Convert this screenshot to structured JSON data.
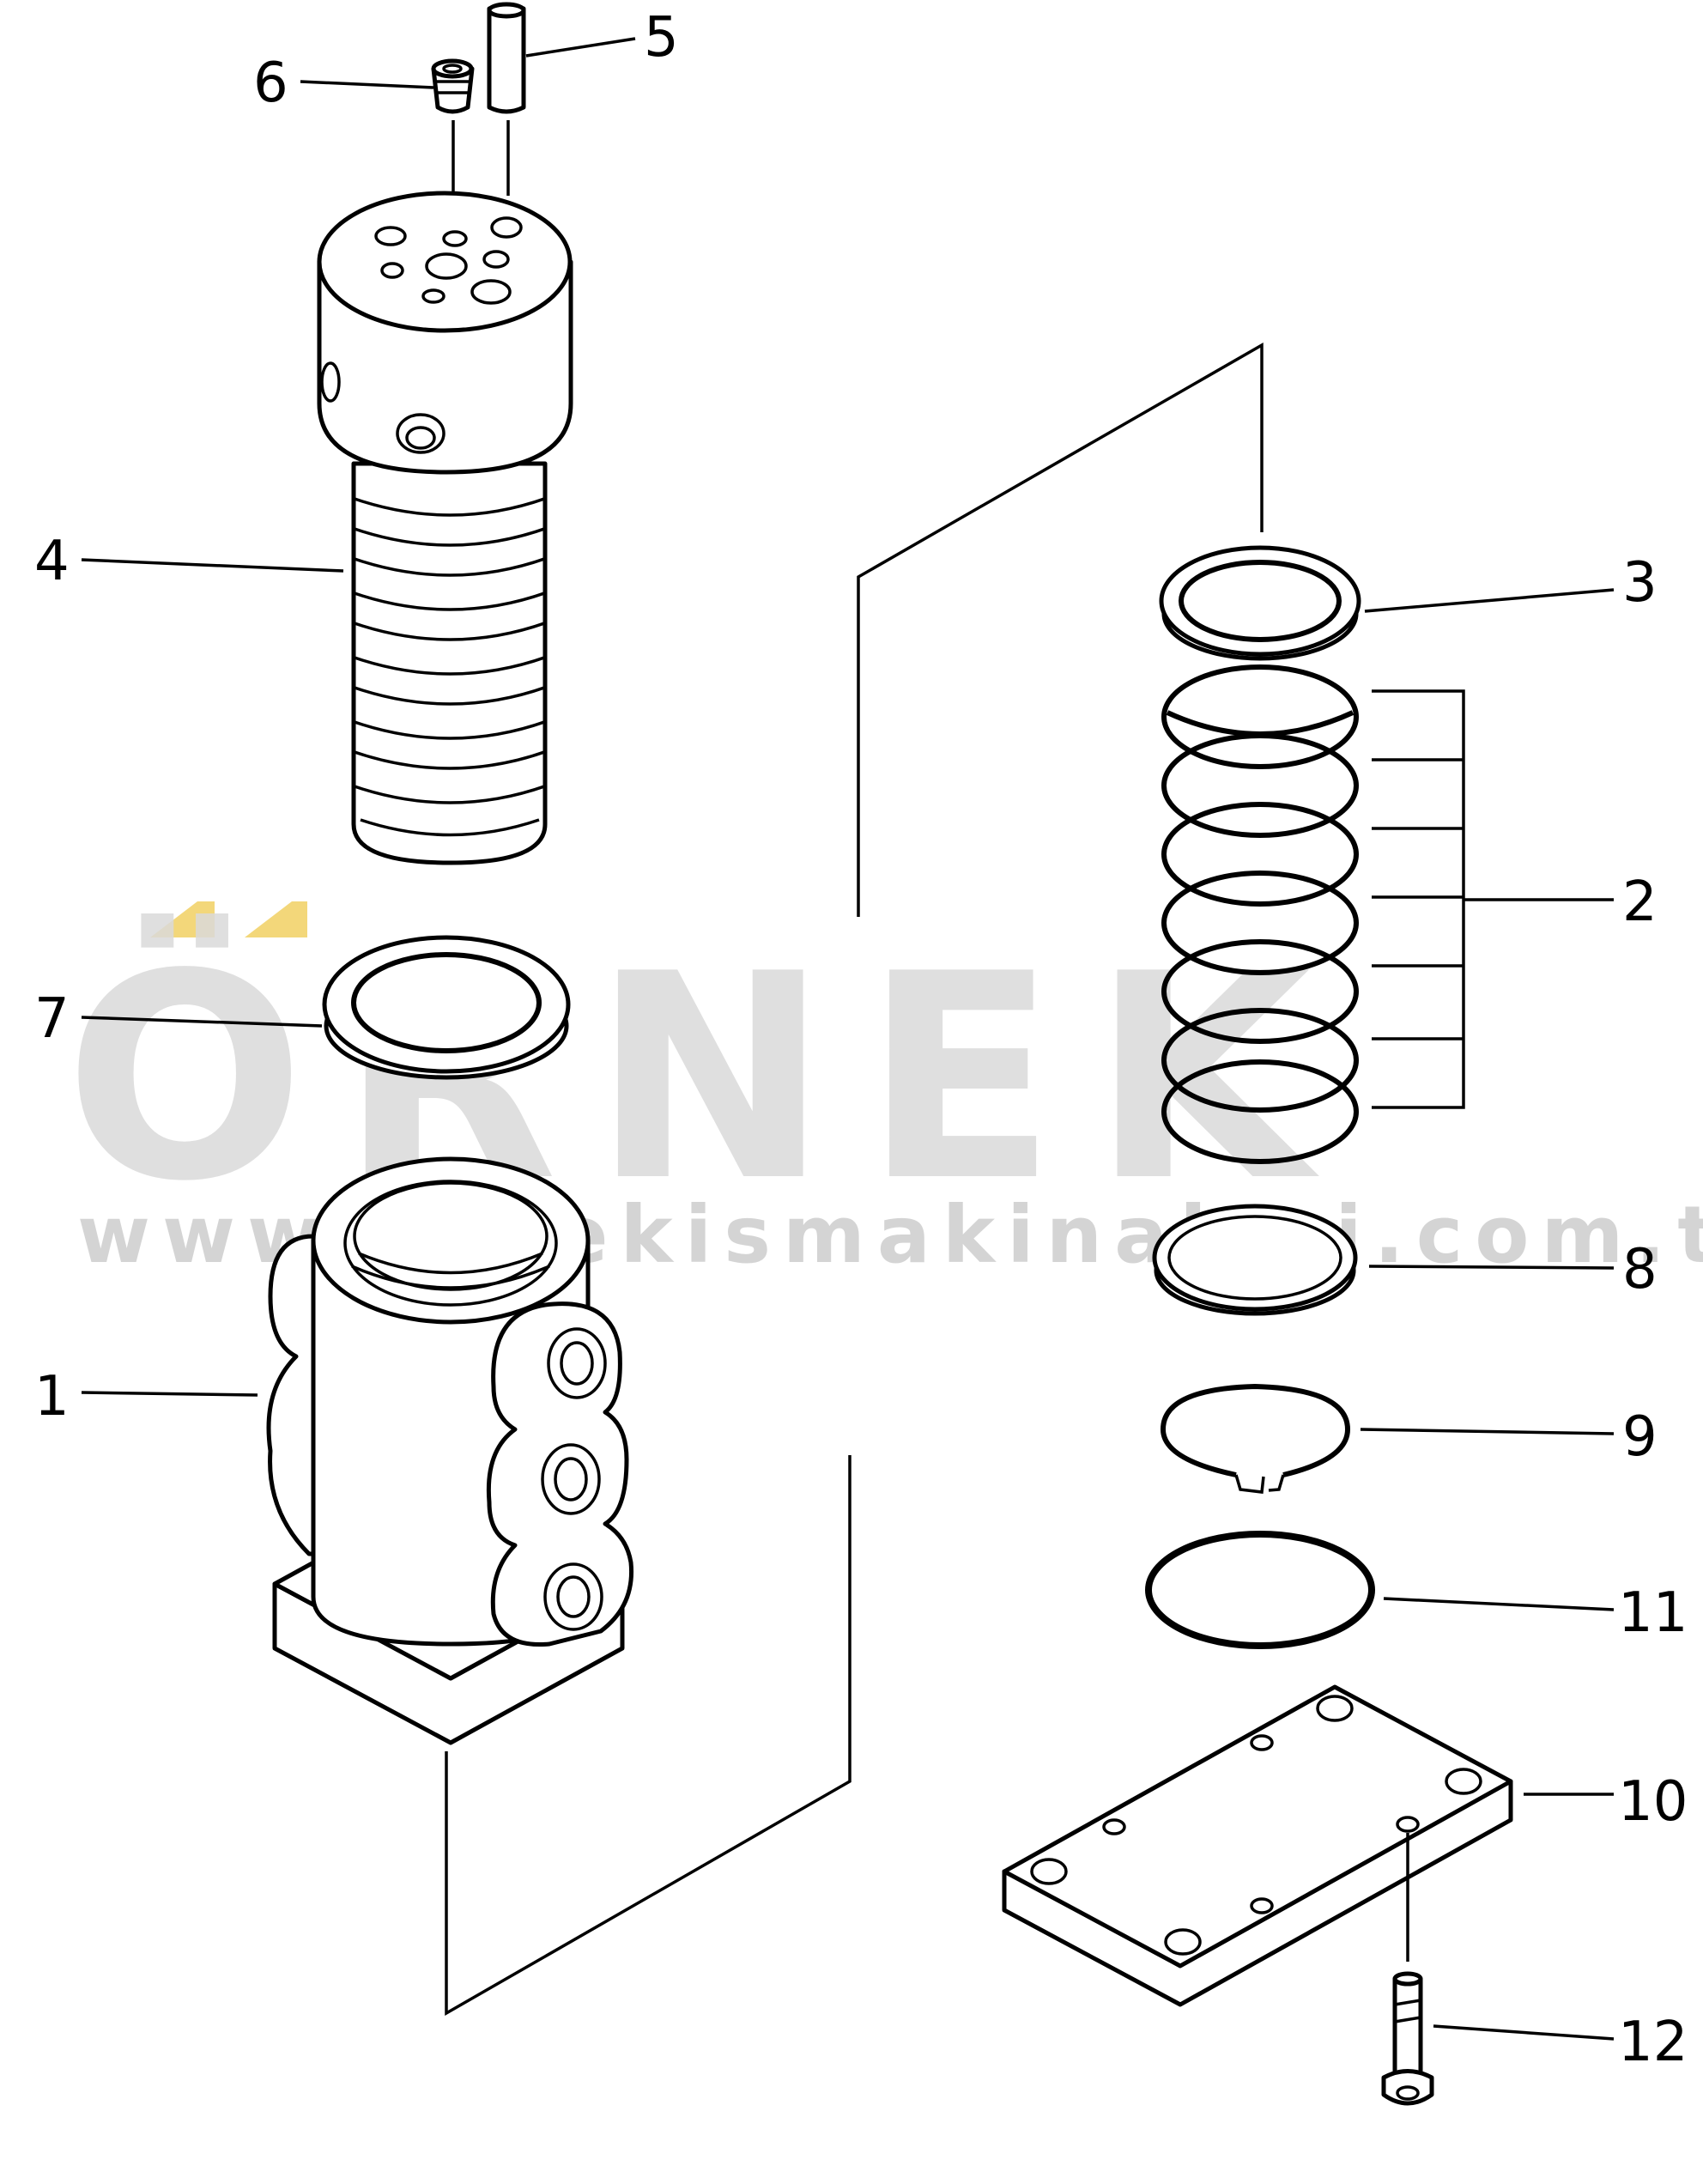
{
  "watermark": {
    "brand": "ÖRNEK",
    "url": "www.ornekismakinalari.com.tr",
    "brand_color": "#d9d9d9",
    "accent_color": "#f3d77a"
  },
  "callouts": [
    {
      "id": "1",
      "label": "1"
    },
    {
      "id": "2",
      "label": "2"
    },
    {
      "id": "3",
      "label": "3"
    },
    {
      "id": "4",
      "label": "4"
    },
    {
      "id": "5",
      "label": "5"
    },
    {
      "id": "6",
      "label": "6"
    },
    {
      "id": "7",
      "label": "7"
    },
    {
      "id": "8",
      "label": "8"
    },
    {
      "id": "9",
      "label": "9"
    },
    {
      "id": "10",
      "label": "10"
    },
    {
      "id": "11",
      "label": "11"
    },
    {
      "id": "12",
      "label": "12"
    }
  ]
}
